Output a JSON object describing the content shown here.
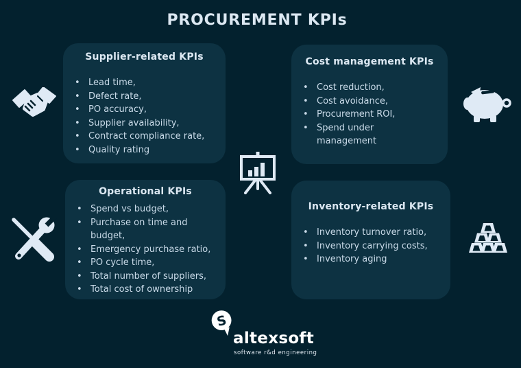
{
  "title": "PROCUREMENT KPIs",
  "colors": {
    "background": "#03212e",
    "card": "#0d3242",
    "text": "#c9dae8",
    "heading": "#dce8f2",
    "icon": "#dfeaf5"
  },
  "cards": [
    {
      "title": "Supplier-related KPIs",
      "items": [
        "Lead time,",
        "Defect rate,",
        "PO accuracy,",
        "Supplier availability,",
        "Contract compliance rate,",
        "Quality rating"
      ]
    },
    {
      "title": "Cost management KPIs",
      "items": [
        "Cost reduction,",
        "Cost avoidance,",
        "Procurement ROI,",
        "Spend under management"
      ]
    },
    {
      "title": "Operational KPIs",
      "items": [
        "Spend vs budget,",
        "Purchase on time and budget,",
        "Emergency purchase ratio,",
        "PO cycle time,",
        "Total number of suppliers,",
        "Total cost of ownership"
      ]
    },
    {
      "title": "Inventory-related KPIs",
      "items": [
        "Inventory turnover ratio,",
        "Inventory carrying costs,",
        "Inventory aging"
      ]
    }
  ],
  "icons": [
    "handshake-icon",
    "piggy-bank-icon",
    "tools-icon",
    "gold-bars-icon",
    "presentation-chart-icon"
  ],
  "logo": {
    "name": "altexsoft",
    "tagline": "software r&d engineering",
    "mark_letter": "S"
  }
}
